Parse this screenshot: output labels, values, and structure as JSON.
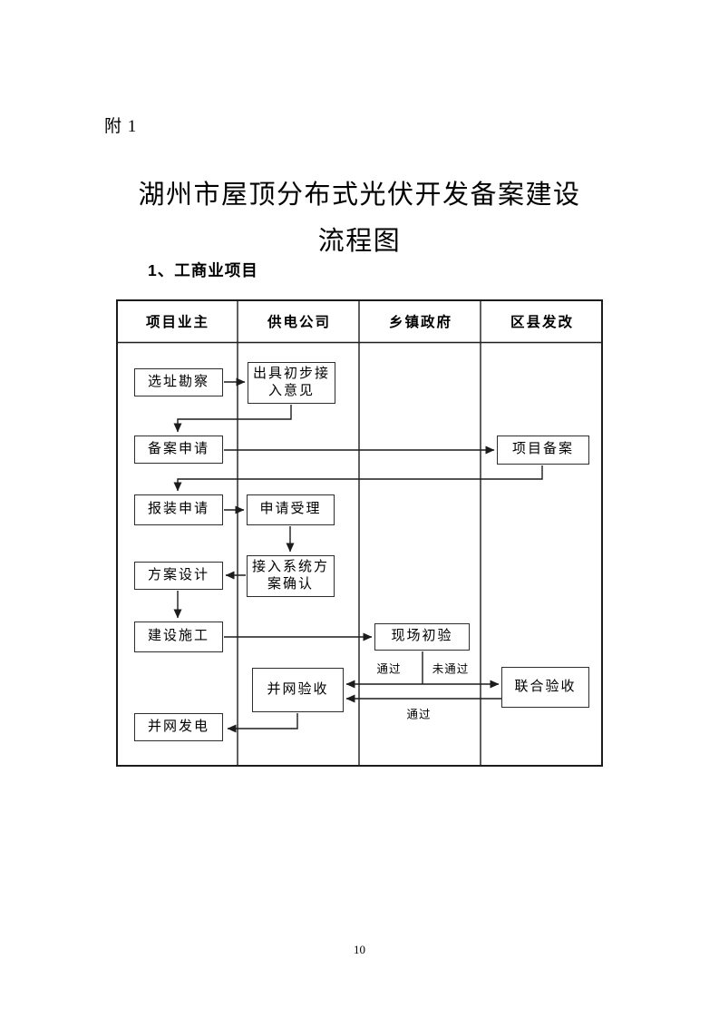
{
  "document": {
    "attachment_label": "附 1",
    "title_line1": "湖州市屋顶分布式光伏开发备案建设",
    "title_line2": "流程图",
    "section_heading": "1、工商业项目",
    "page_number": "10"
  },
  "flowchart": {
    "lane_headers": [
      "项目业主",
      "供电公司",
      "乡镇政府",
      "区县发改"
    ],
    "nodes": {
      "site_survey": "选址勘察",
      "initial_opinion": "出具初步接\n入意见",
      "filing_apply": "备案申请",
      "project_filing": "项目备案",
      "install_apply": "报装申请",
      "apply_accept": "申请受理",
      "scheme_confirm": "接入系统方\n案确认",
      "scheme_design": "方案设计",
      "construction": "建设施工",
      "site_initial_check": "现场初验",
      "grid_acceptance": "并网验收",
      "joint_acceptance": "联合验收",
      "grid_generation": "并网发电"
    },
    "edge_labels": {
      "pass_left": "通过",
      "fail_right": "未通过",
      "pass_return": "通过"
    },
    "line_color": "#1c1c1c"
  }
}
